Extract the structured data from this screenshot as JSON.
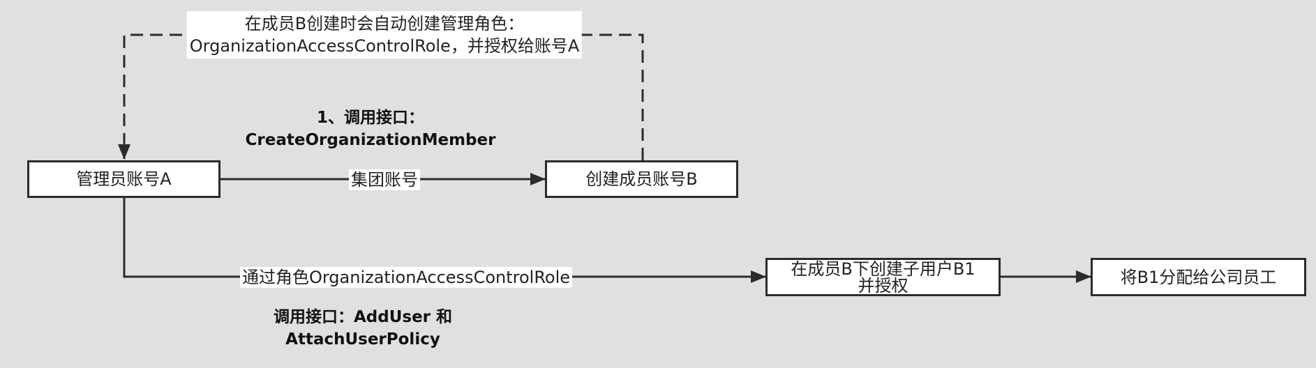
{
  "nodes": {
    "admin_account": "管理员账号A",
    "create_member": "创建成员账号B",
    "create_subuser_line1": "在成员B下创建子用户B1",
    "create_subuser_line2": "并授权",
    "assign_employee": "将B1分配给公司员工"
  },
  "edge_labels": {
    "auto_role_line1": "在成员B创建时会自动创建管理角色：",
    "auto_role_line2": "OrganizationAccessControlRole，并授权给账号A",
    "group_account": "集团账号",
    "via_role": "通过角色OrganizationAccessControlRole"
  },
  "annotations": {
    "step1_line1": "1、调用接口：",
    "step1_line2": "CreateOrganizationMember",
    "api_line1": "调用接口：AddUser 和",
    "api_line2": "AttachUserPolicy"
  },
  "colors": {
    "background": "#e0e0e0",
    "stroke": "#2b2b2b",
    "node_fill": "#ffffff"
  }
}
